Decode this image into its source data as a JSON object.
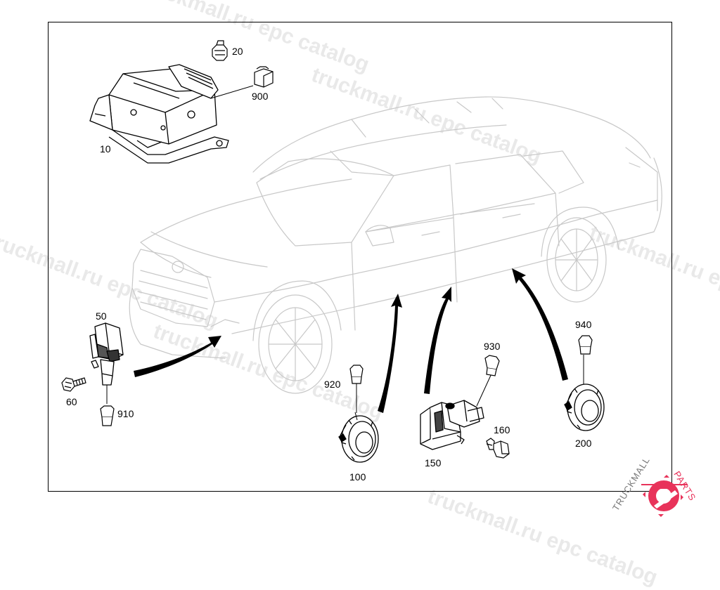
{
  "watermark": {
    "text_1": "truckmall.ru epc catalog",
    "text_2": "truckmall.ru epc catalog",
    "text_3": "truckmall.ru epc catalog",
    "text_4": "truckmall.ru epc catalog",
    "text_5": "truckmall.ru epc catalog",
    "text_6": "truckmall.ru epc catalog",
    "color": "#e9e9e9"
  },
  "callouts": {
    "p10": "10",
    "p20": "20",
    "p900": "900",
    "p50": "50",
    "p60": "60",
    "p910": "910",
    "p920": "920",
    "p100": "100",
    "p930": "930",
    "p150": "150",
    "p160": "160",
    "p940": "940",
    "p200": "200"
  },
  "logo": {
    "text_dark": "TRUCKMALL",
    "text_accent": "PARTS",
    "accent_color": "#e8335a",
    "icon": "gear-icon"
  }
}
